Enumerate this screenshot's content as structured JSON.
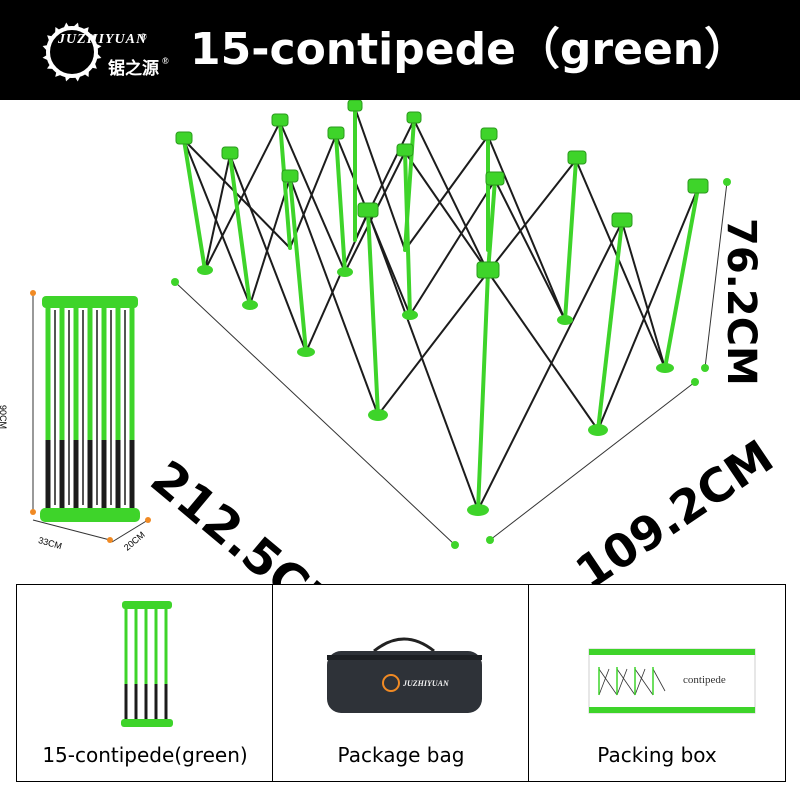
{
  "header": {
    "brand_en": "JUZHIYUAN",
    "brand_mark": "®",
    "brand_cn": "锯之源",
    "title": "15-contipede（green）"
  },
  "dimensions": {
    "length": "212.5CM",
    "width": "109.2CM",
    "height": "76.2CM",
    "folded_height": "90CM",
    "folded_length": "33CM",
    "folded_width": "20CM"
  },
  "panels": [
    {
      "caption": "15-contipede(green)"
    },
    {
      "caption": "Package bag",
      "bag_brand": "JUZHIYUAN"
    },
    {
      "caption": "Packing box",
      "box_label": "contipede"
    }
  ],
  "colors": {
    "accent": "#3ed42a",
    "frame": "#222222",
    "header_bg": "#000000"
  }
}
